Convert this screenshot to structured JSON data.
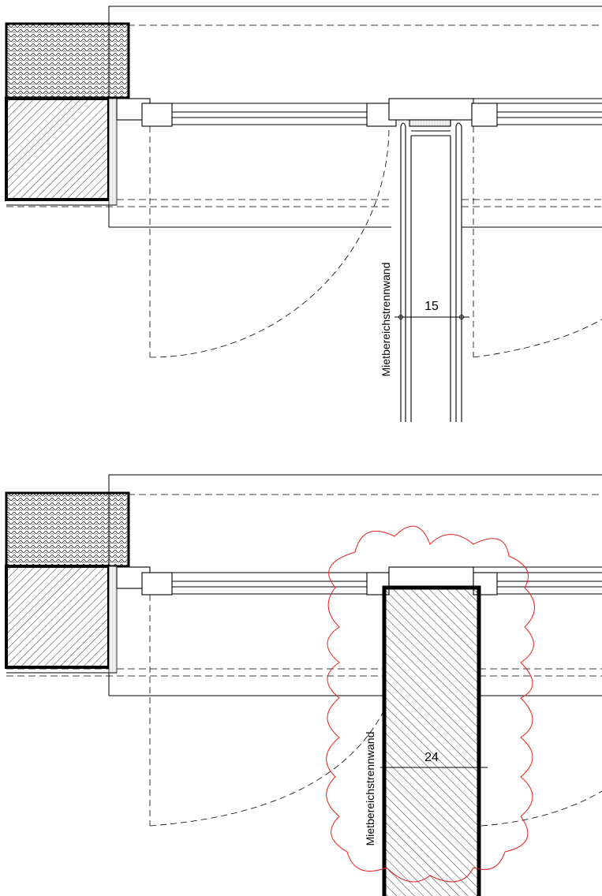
{
  "panels": [
    {
      "id": "top",
      "wall_label": "Mietbereichstrennwand",
      "dimension": "15",
      "variant": "drywall"
    },
    {
      "id": "bottom",
      "wall_label": "Mietbereichstrennwand",
      "dimension": "24",
      "variant": "solid-masonry",
      "revision_cloud_color": "#e8201b"
    }
  ],
  "colors": {
    "line": "#000000",
    "revision_cloud": "#e8201b",
    "insulation_fill": "#bdbdbd"
  }
}
